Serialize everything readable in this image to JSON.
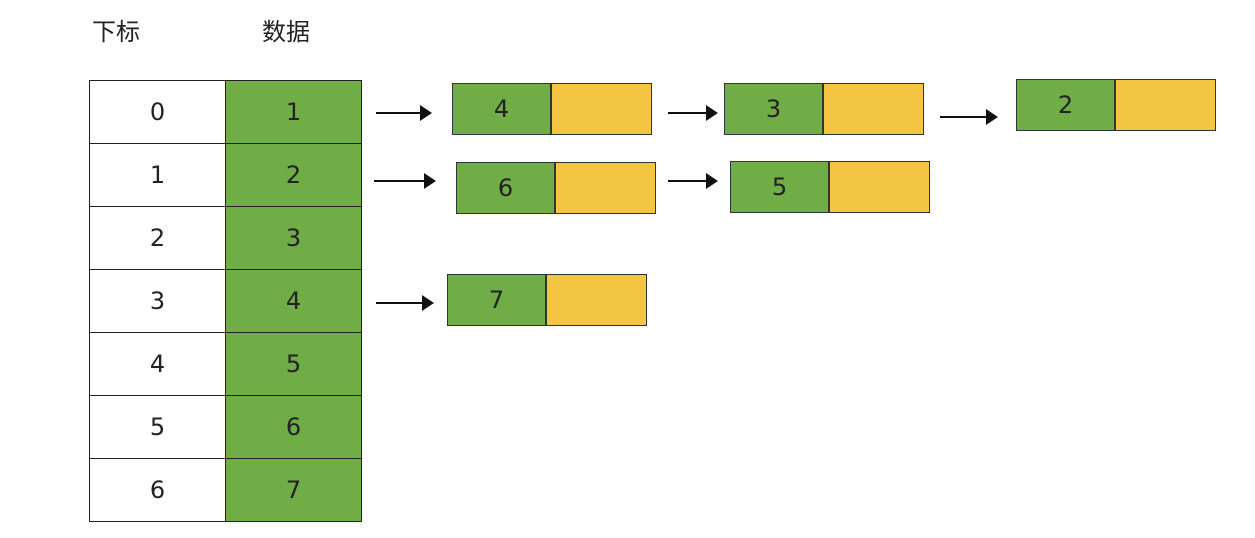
{
  "headers": {
    "index": "下标",
    "data": "数据"
  },
  "table": [
    {
      "index": "0",
      "value": "1"
    },
    {
      "index": "1",
      "value": "2"
    },
    {
      "index": "2",
      "value": "3"
    },
    {
      "index": "3",
      "value": "4"
    },
    {
      "index": "4",
      "value": "5"
    },
    {
      "index": "5",
      "value": "6"
    },
    {
      "index": "6",
      "value": "7"
    }
  ],
  "chains": [
    {
      "row": "0",
      "nodes": [
        "4",
        "3",
        "2"
      ]
    },
    {
      "row": "1",
      "nodes": [
        "6",
        "5"
      ]
    },
    {
      "row": "3",
      "nodes": [
        "7"
      ]
    }
  ],
  "colors": {
    "green": "#70ad47",
    "yellow": "#f4c542"
  }
}
